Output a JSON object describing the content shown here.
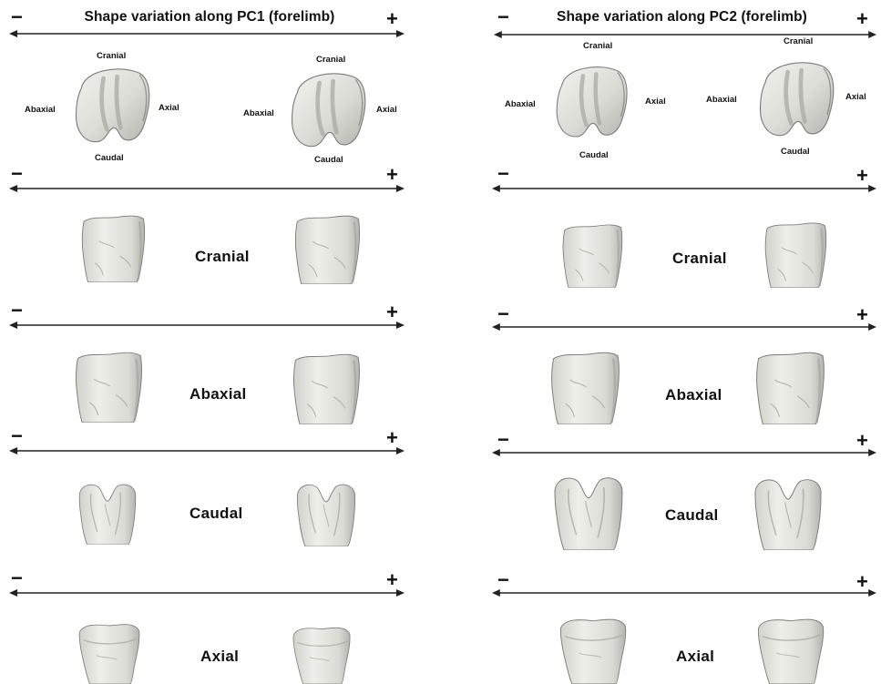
{
  "colors": {
    "bone_fill": "#e6e6e2",
    "bone_shade": "#b9b9b3",
    "bone_dark": "#8f8f8a",
    "axis_line": "#222222"
  },
  "panels": [
    {
      "title": "Shape variation along PC1 (forelimb)",
      "minus": "−",
      "plus": "+",
      "top_labels": {
        "cranial": "Cranial",
        "abaxial": "Abaxial",
        "axial": "Axial",
        "caudal": "Caudal"
      },
      "rows": [
        "Cranial",
        "Abaxial",
        "Caudal",
        "Axial"
      ]
    },
    {
      "title": "Shape variation along PC2 (forelimb)",
      "minus": "−",
      "plus": "+",
      "top_labels": {
        "cranial": "Cranial",
        "abaxial": "Abaxial",
        "axial": "Axial",
        "caudal": "Caudal"
      },
      "rows": [
        "Cranial",
        "Abaxial",
        "Caudal",
        "Axial"
      ]
    }
  ]
}
